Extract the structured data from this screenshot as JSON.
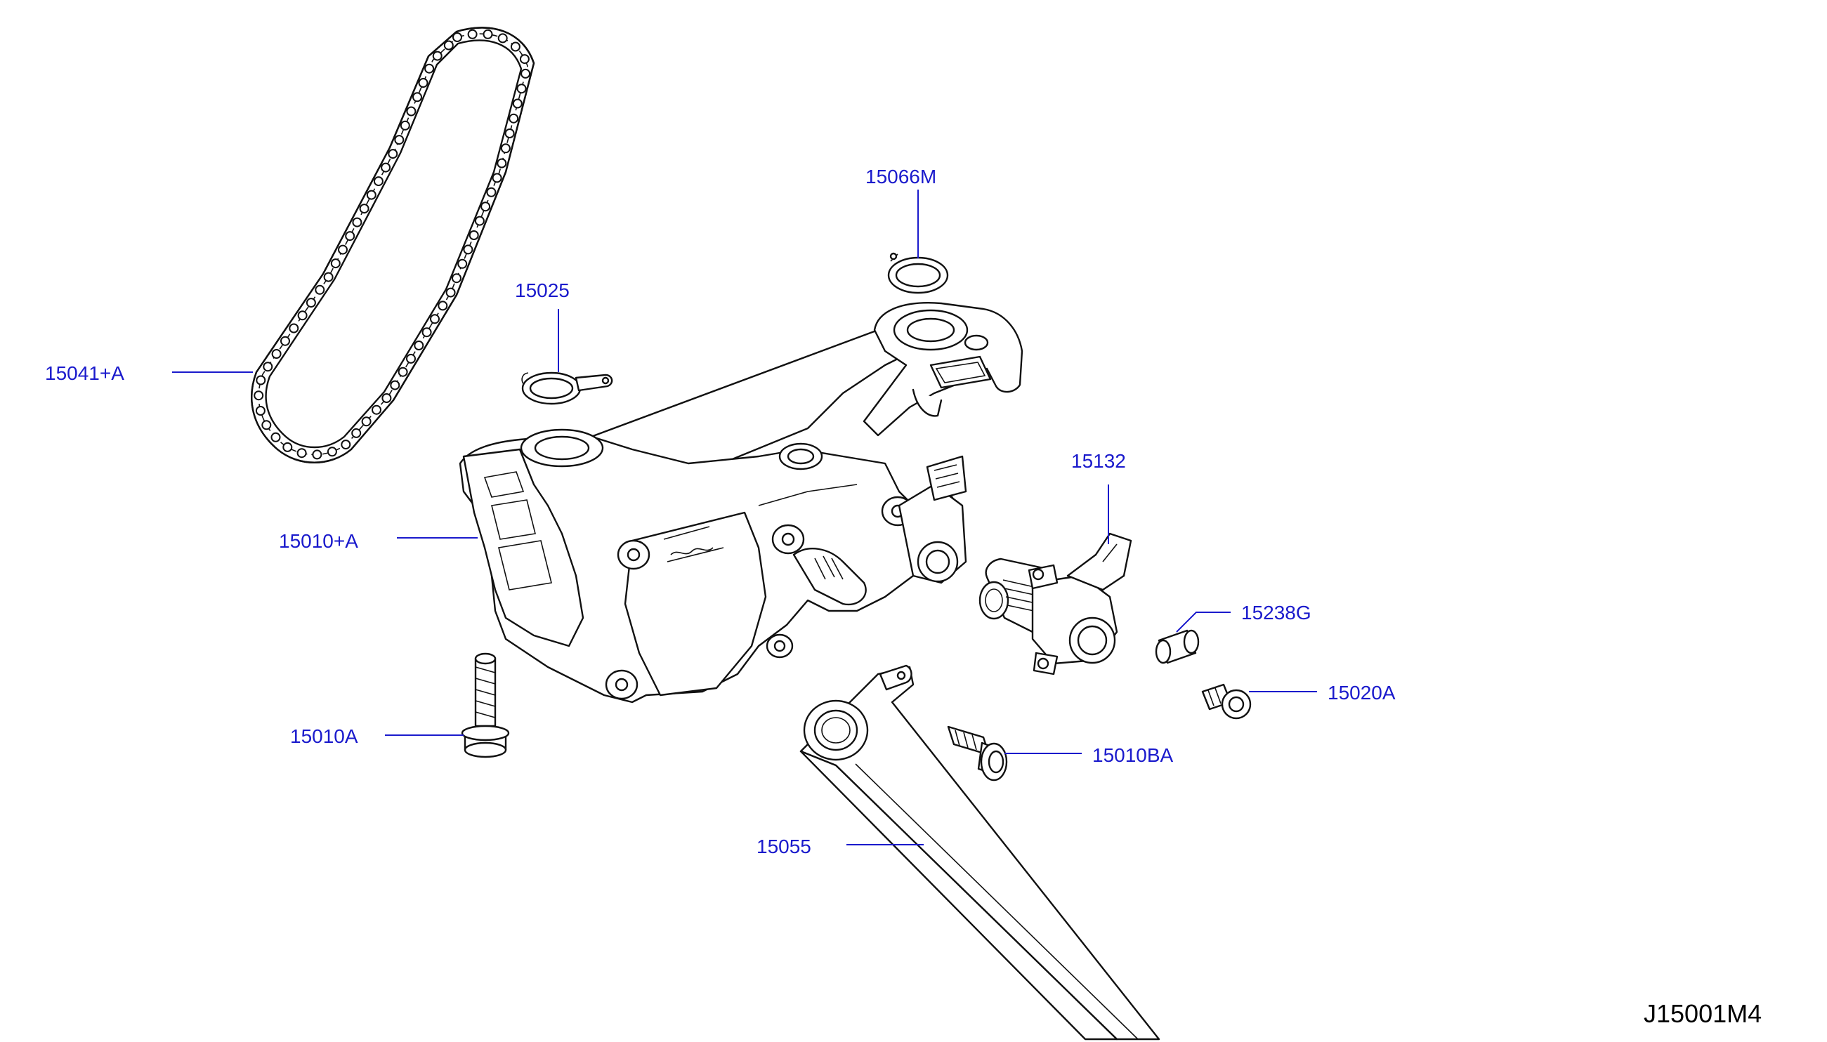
{
  "diagram": {
    "drawing_code": "J15001M4",
    "callouts": {
      "chain": "15041+A",
      "pump_assembly": "15010+A",
      "o_ring_small": "15025",
      "o_ring_top": "15066M",
      "solenoid_valve": "15132",
      "sleeve": "15238G",
      "screw": "15020A",
      "bolt_long": "15010A",
      "bolt_short": "15010BA",
      "strainer": "15055"
    },
    "colors": {
      "callout_text": "#1a1acc",
      "line_art": "#111111",
      "background": "#ffffff"
    }
  }
}
